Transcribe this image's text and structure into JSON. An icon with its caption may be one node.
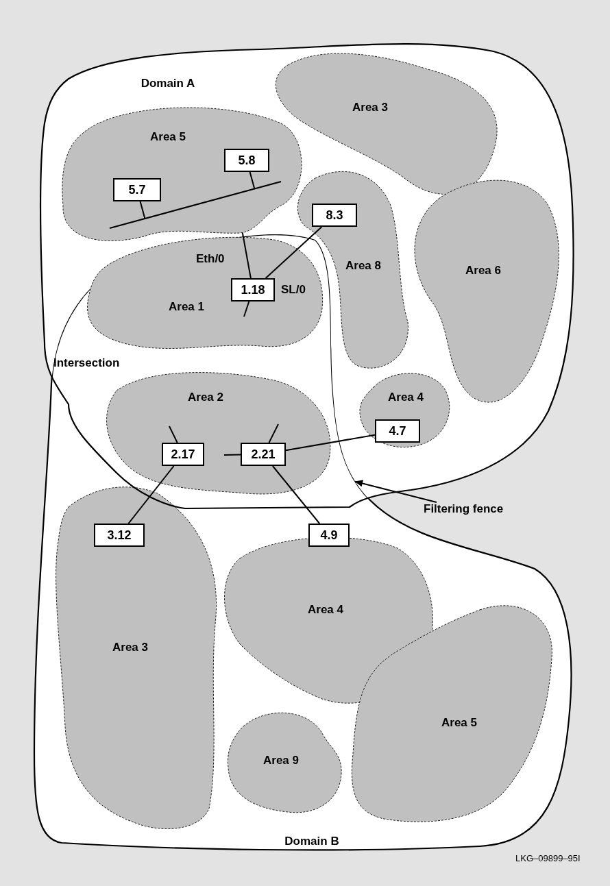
{
  "diagram": {
    "nodes": [
      {
        "text": [
          "Domain A"
        ]
      },
      {
        "text": [
          "Domain B"
        ]
      },
      {
        "text": [
          "Area 3"
        ],
        "in": 0
      },
      {
        "text": [
          "Area 5"
        ],
        "in": 0
      },
      {
        "text": [
          "Area 8"
        ],
        "in": 0
      },
      {
        "text": [
          "Area 6"
        ],
        "in": 0
      },
      {
        "text": [
          "Area 1"
        ]
      },
      {
        "text": [
          "Area 2"
        ]
      },
      {
        "text": [
          "Area 4"
        ],
        "in": 0
      },
      {
        "text": [
          "Area 3"
        ],
        "in": 1
      },
      {
        "text": [
          "Area 4"
        ],
        "in": 1
      },
      {
        "text": [
          "Area 9"
        ],
        "in": 1
      },
      {
        "text": [
          "Area 5"
        ],
        "in": 1
      },
      {
        "text": [
          "5.7"
        ],
        "in": 3
      },
      {
        "text": [
          "5.8"
        ],
        "in": 3
      },
      {
        "text": [
          "8.3"
        ],
        "in": 4
      },
      {
        "text": [
          "1.18"
        ],
        "in": 6
      },
      {
        "text": [
          "2.17"
        ],
        "in": 7
      },
      {
        "text": [
          "2.21"
        ],
        "in": 7
      },
      {
        "text": [
          "4.7"
        ],
        "in": 8
      },
      {
        "text": [
          "3.12"
        ],
        "in": 9
      },
      {
        "text": [
          "4.9"
        ],
        "in": 1
      },
      {
        "text": [],
        "shape": "bar",
        "in": 3
      },
      {
        "text": [
          "Filtering fence"
        ]
      }
    ],
    "edges": [
      {
        "from": 13,
        "to": 22,
        "arrow": "none"
      },
      {
        "from": 14,
        "to": 22,
        "arrow": "none"
      },
      {
        "from": 16,
        "to": 3,
        "arrow": "none",
        "label": "Eth/0"
      },
      {
        "from": 16,
        "to": 15,
        "arrow": "none",
        "label": "SL/0"
      },
      {
        "from": 16,
        "to": null,
        "arrow": "none"
      },
      {
        "from": 17,
        "to": null,
        "arrow": "none"
      },
      {
        "from": 18,
        "to": null,
        "arrow": "none"
      },
      {
        "from": 18,
        "to": null,
        "arrow": "none"
      },
      {
        "from": 17,
        "to": 20,
        "arrow": "none"
      },
      {
        "from": 18,
        "to": 21,
        "arrow": "none"
      },
      {
        "from": 18,
        "to": 19,
        "arrow": "none"
      },
      {
        "from": 23,
        "to": 1,
        "arrow": "to"
      }
    ],
    "labels": [
      "Intersection",
      "LKG–09899–95I"
    ]
  }
}
